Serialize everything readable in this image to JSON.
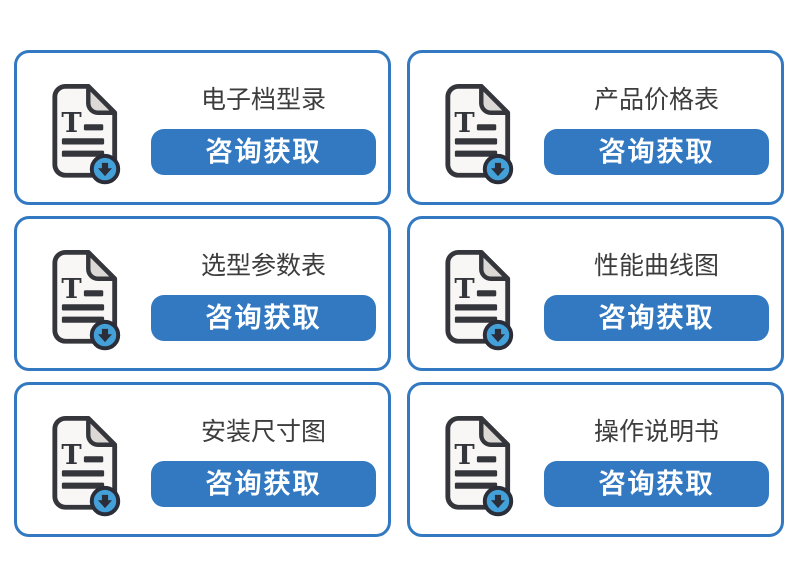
{
  "colors": {
    "accent_blue": "#3279c2",
    "badge_blue": "#44a0d8",
    "icon_outline": "#35363c",
    "fold_gray": "#dcd8d5",
    "page_fill": "#f8f7f5",
    "title_text": "#3d3d3d",
    "button_text": "#ffffff"
  },
  "icon_letter": "T",
  "cards": [
    {
      "title": "电子档型录",
      "button_label": "咨询获取"
    },
    {
      "title": "产品价格表",
      "button_label": "咨询获取"
    },
    {
      "title": "选型参数表",
      "button_label": "咨询获取"
    },
    {
      "title": "性能曲线图",
      "button_label": "咨询获取"
    },
    {
      "title": "安装尺寸图",
      "button_label": "咨询获取"
    },
    {
      "title": "操作说明书",
      "button_label": "咨询获取"
    }
  ]
}
